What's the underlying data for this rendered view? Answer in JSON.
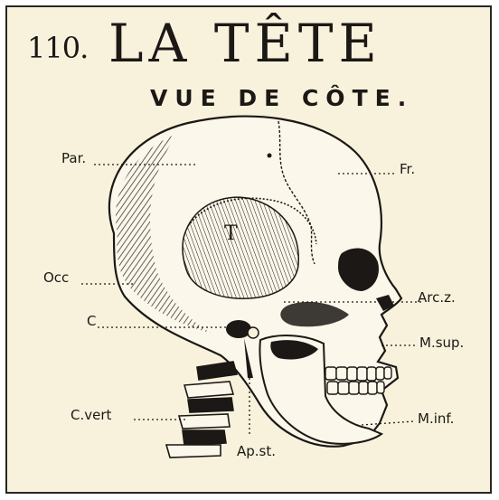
{
  "plate": {
    "number": "110.",
    "title": "LA TÊTE",
    "subtitle": "VUE DE CÔTE.",
    "paper_color": "#f8f2dd",
    "ink_color": "#1b1815"
  },
  "labels": {
    "par": "Par.",
    "fr": "Fr.",
    "t": "T",
    "occ": "Occ",
    "arc_z": "Arc.z.",
    "c": "C",
    "m_sup": "M.sup.",
    "c_vert": "C.vert",
    "m_inf": "M.inf.",
    "ap_st": "Ap.st."
  }
}
